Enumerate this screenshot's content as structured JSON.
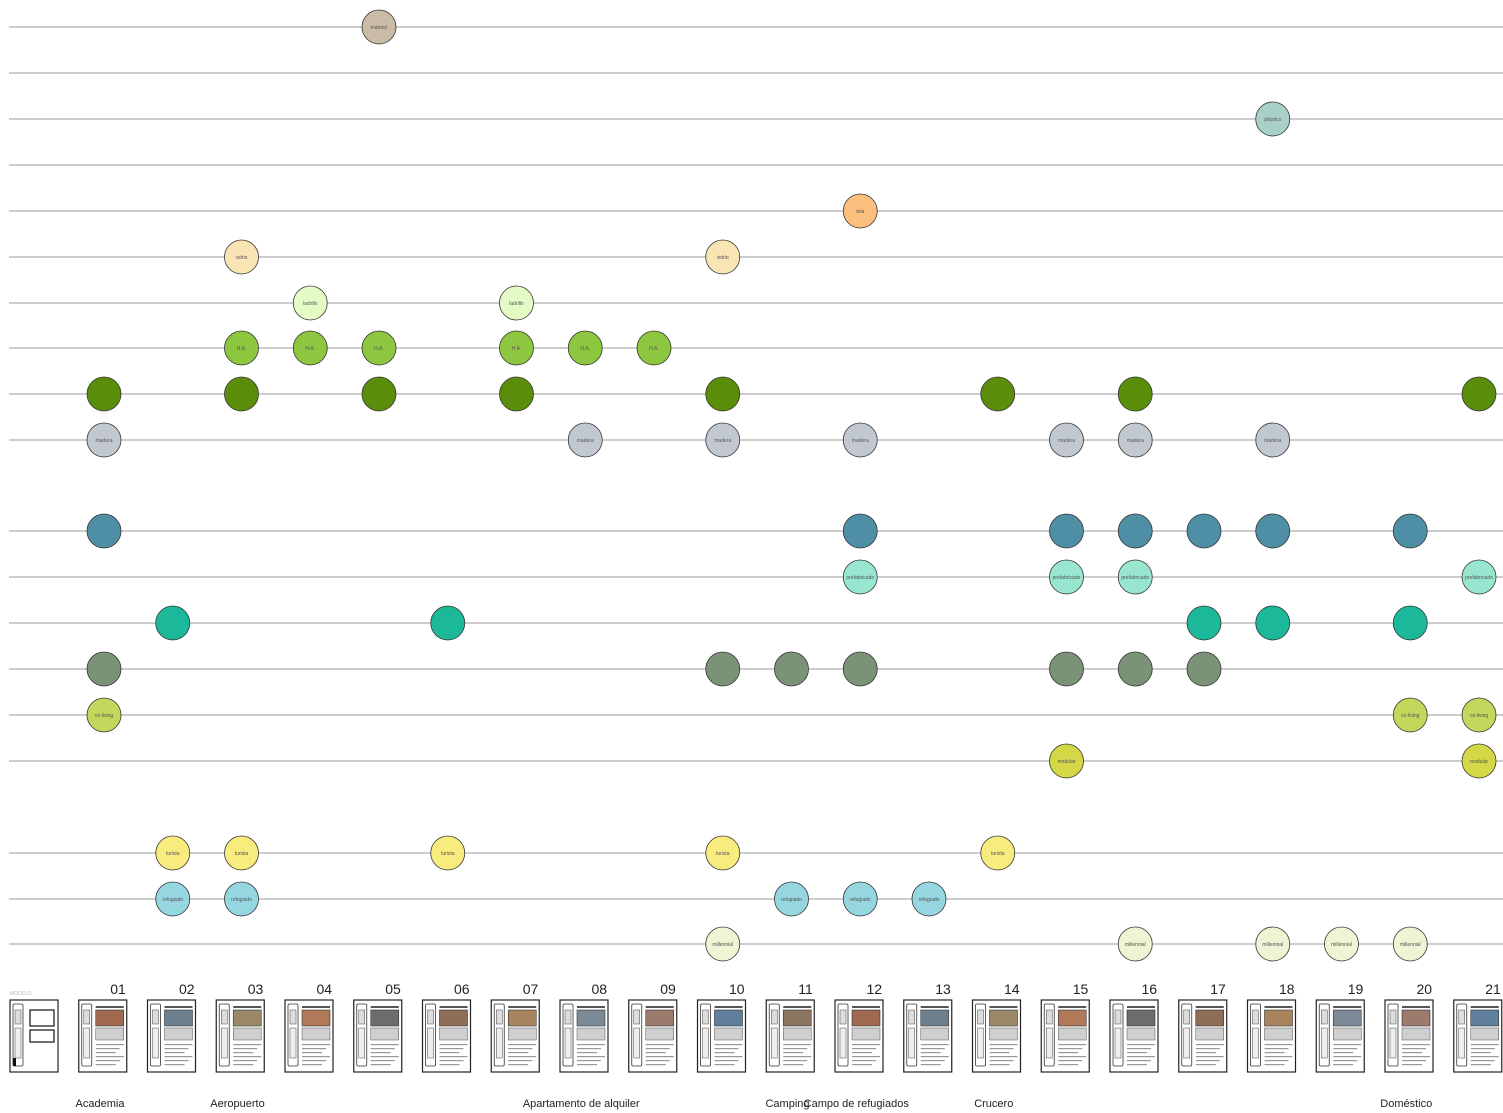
{
  "modelo_label": "MODELO",
  "categories": [
    {
      "label": "Academia",
      "column": 1
    },
    {
      "label": "Aeropuerto",
      "column": 3
    },
    {
      "label": "Apartamento de alquiler",
      "column": 8
    },
    {
      "label": "Camping",
      "column": 11
    },
    {
      "label": "Campo de refugiados",
      "column": 12
    },
    {
      "label": "Crucero",
      "column": 14
    },
    {
      "label": "Doméstico",
      "column": 20
    }
  ],
  "columns": [
    "01",
    "02",
    "03",
    "04",
    "05",
    "06",
    "07",
    "08",
    "09",
    "10",
    "11",
    "12",
    "13",
    "14",
    "15",
    "16",
    "17",
    "18",
    "19",
    "20",
    "21"
  ],
  "rows": [
    {
      "label": "mármol",
      "color": "#c9bba6",
      "cols": [
        5
      ]
    },
    {
      "label": "",
      "color": "",
      "cols": []
    },
    {
      "label": "plástico",
      "color": "#a9d0c8",
      "cols": [
        18
      ]
    },
    {
      "label": "",
      "color": "",
      "cols": []
    },
    {
      "label": "tela",
      "color": "#fdbf7d",
      "cols": [
        12
      ]
    },
    {
      "label": "vidrio",
      "color": "#f9e5b4",
      "cols": [
        3,
        10
      ]
    },
    {
      "label": "ladrillo",
      "color": "#e5fbc6",
      "cols": [
        4,
        7
      ]
    },
    {
      "label": "H.A.",
      "color": "#8dc63f",
      "cols": [
        3,
        4,
        5,
        7,
        8,
        9
      ]
    },
    {
      "label": "",
      "color": "#5a8e0a",
      "cols": [
        1,
        3,
        5,
        7,
        10,
        14,
        16,
        21
      ]
    },
    {
      "label": "madera",
      "color": "#c2c8d0",
      "cols": [
        1,
        8,
        10,
        12,
        15,
        16,
        18
      ]
    },
    {
      "label": "",
      "color": "#4e8fa6",
      "cols": [
        1,
        12,
        15,
        16,
        17,
        18,
        20
      ]
    },
    {
      "label": "prefabricado",
      "color": "#98e6cf",
      "cols": [
        12,
        15,
        16,
        21
      ]
    },
    {
      "label": "",
      "color": "#1bb99a",
      "cols": [
        2,
        6,
        17,
        18,
        20
      ]
    },
    {
      "label": "",
      "color": "#7a9276",
      "cols": [
        1,
        10,
        11,
        12,
        15,
        16,
        17
      ]
    },
    {
      "label": "co-living",
      "color": "#c5d65c",
      "cols": [
        1,
        20,
        21
      ]
    },
    {
      "label": "modular",
      "color": "#d4d846",
      "cols": [
        15,
        21
      ]
    },
    {
      "label": "turista",
      "color": "#f7ec7d",
      "cols": [
        2,
        3,
        6,
        10,
        14
      ]
    },
    {
      "label": "refugiado",
      "color": "#95d6e0",
      "cols": [
        2,
        3,
        11,
        12,
        13
      ]
    },
    {
      "label": "millennial",
      "color": "#eef4d4",
      "cols": [
        10,
        16,
        18,
        19,
        20
      ]
    }
  ]
}
